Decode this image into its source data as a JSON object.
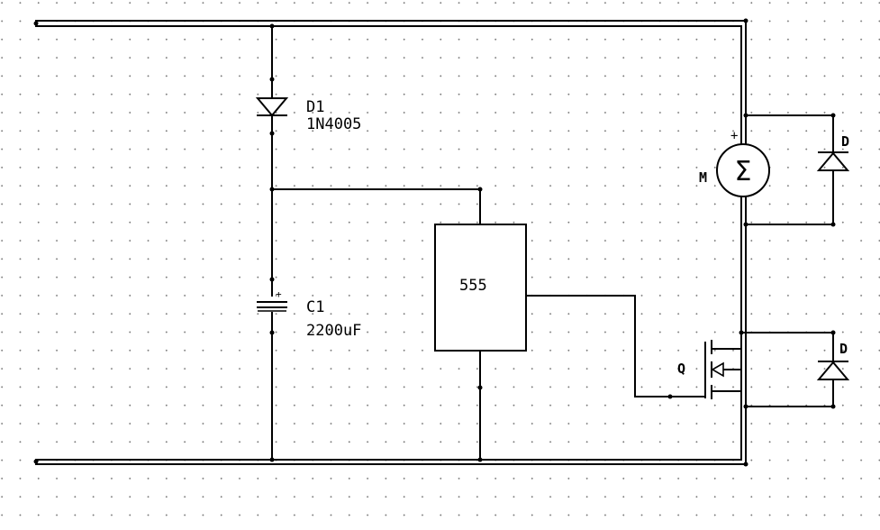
{
  "components": {
    "d1": {
      "ref": "D1",
      "value": "1N4005"
    },
    "c1": {
      "ref": "C1",
      "value": "2200uF",
      "polarity": "+"
    },
    "timer": {
      "label": "555"
    },
    "motor": {
      "ref": "M",
      "polarity": "+",
      "symbol": "Σ"
    },
    "mosfet": {
      "ref": "Q"
    },
    "flyback_motor": {
      "ref": "D"
    },
    "flyback_fet": {
      "ref": "D"
    }
  }
}
